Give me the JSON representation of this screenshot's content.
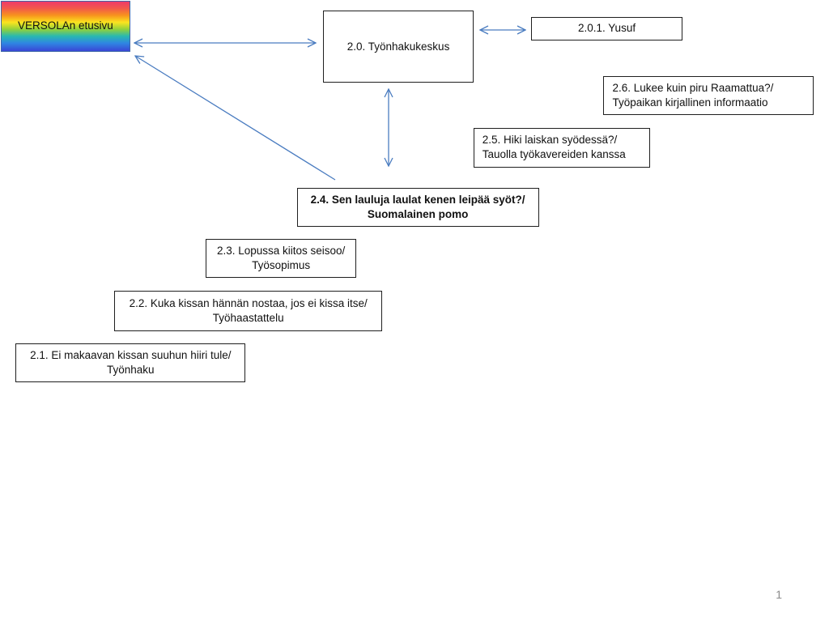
{
  "home": {
    "label": "VERSOLAn etusivu"
  },
  "nodes": {
    "center": {
      "line1": "2.0. Työnhakukeskus"
    },
    "yusuf": {
      "line1": "2.0.1. Yusuf"
    },
    "n26": {
      "line1": "2.6. Lukee kuin piru Raamattua?/",
      "line2": "Työpaikan kirjallinen informaatio"
    },
    "n25": {
      "line1": "2.5. Hiki laiskan syödessä?/",
      "line2": "Tauolla työkavereiden kanssa"
    },
    "n24": {
      "line1": "2.4. Sen lauluja laulat kenen leipää syöt?/",
      "line2": "Suomalainen pomo"
    },
    "n23": {
      "line1": "2.3. Lopussa kiitos seisoo/",
      "line2": "Työsopimus"
    },
    "n22": {
      "line1": "2.2. Kuka kissan hännän nostaa, jos ei kissa itse/",
      "line2": "Työhaastattelu"
    },
    "n21": {
      "line1": "2.1. Ei makaavan kissan suuhun hiiri tule/",
      "line2": "Työnhaku"
    }
  },
  "page_number": "1",
  "colors": {
    "arrow": "#4a7cc0",
    "border": "#1f1f1f",
    "home_gradient": [
      "#ee3a6a",
      "#f7941d",
      "#fbe41f",
      "#93d13a",
      "#28b8b0",
      "#2f86e2",
      "#3a46d6"
    ]
  }
}
